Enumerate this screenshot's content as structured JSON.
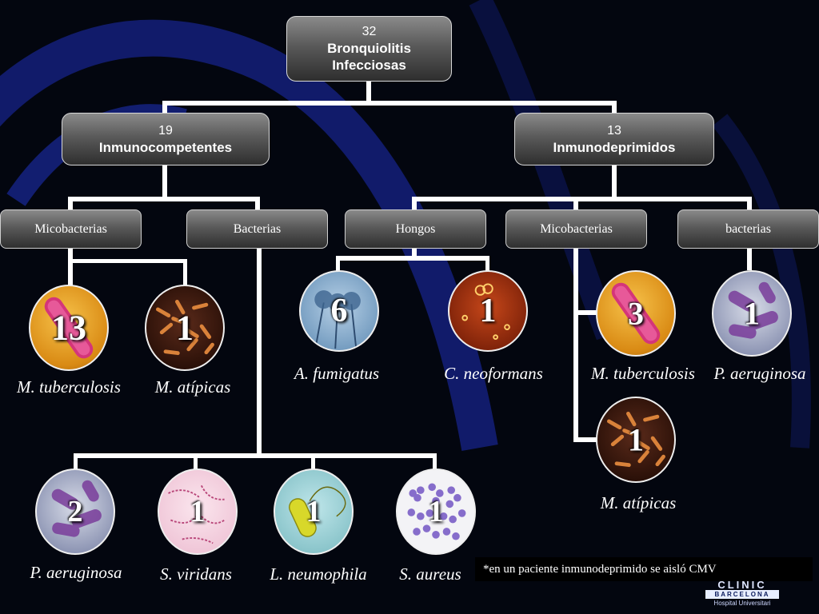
{
  "root": {
    "count": "32",
    "label_line1": "Bronquiolitis",
    "label_line2": "Infecciosas"
  },
  "groups": {
    "immunocompetent": {
      "count": "19",
      "label": "Inmunocompetentes"
    },
    "immunodepressed": {
      "count": "13",
      "label": "Inmunodeprimidos"
    }
  },
  "categories": {
    "ic_mycobacteria": "Micobacterias",
    "ic_bacteria": "Bacterias",
    "id_fungi": "Hongos",
    "id_mycobacteria": "Micobacterias",
    "id_bacteria": "bacterias"
  },
  "organisms": {
    "ic_m_tuberculosis": {
      "count": "13",
      "name": "M. tuberculosis"
    },
    "ic_m_atipicas": {
      "count": "1",
      "name": "M. atípicas"
    },
    "ic_p_aeruginosa": {
      "count": "2",
      "name": "P. aeruginosa"
    },
    "ic_s_viridans": {
      "count": "1",
      "name": "S. viridans"
    },
    "ic_l_neumophila": {
      "count": "1",
      "name": "L. neumophila"
    },
    "ic_s_aureus": {
      "count": "1",
      "name": "S. aureus"
    },
    "id_a_fumigatus": {
      "count": "6",
      "name": "A. fumigatus"
    },
    "id_c_neoformans": {
      "count": "1",
      "name": "C. neoformans"
    },
    "id_m_tuberculosis": {
      "count": "3",
      "name": "M. tuberculosis"
    },
    "id_m_atipicas": {
      "count": "1",
      "name": "M. atípicas"
    },
    "id_p_aeruginosa": {
      "count": "1",
      "name": "P. aeruginosa"
    }
  },
  "footnote": "*en un paciente inmunodeprimido se aisló CMV",
  "logo": {
    "line1": "CLINIC",
    "line2": "BARCELONA",
    "line3": "Hospital Universitari"
  },
  "colors": {
    "background": "#03060f",
    "connector": "#ffffff",
    "swirl": "#1a2a9a"
  }
}
